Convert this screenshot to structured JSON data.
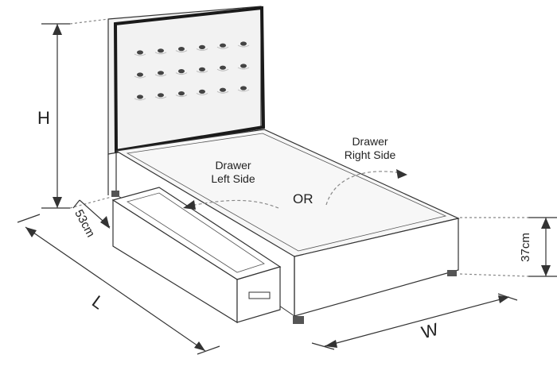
{
  "labels": {
    "height": "H",
    "length": "L",
    "width": "W",
    "drawer_depth": "53cm",
    "base_height": "37cm",
    "drawer_left_line1": "Drawer",
    "drawer_left_line2": "Left Side",
    "drawer_right_line1": "Drawer",
    "drawer_right_line2": "Right Side",
    "or": "OR"
  },
  "colors": {
    "line": "#333333",
    "headboard_fill": "#f2f2f2",
    "headboard_edge": "#1a1a1a",
    "mattress_fill": "#f7f7f7",
    "dash": "#888888"
  },
  "headboard_buttons": {
    "rows": 3,
    "columns": 6
  }
}
